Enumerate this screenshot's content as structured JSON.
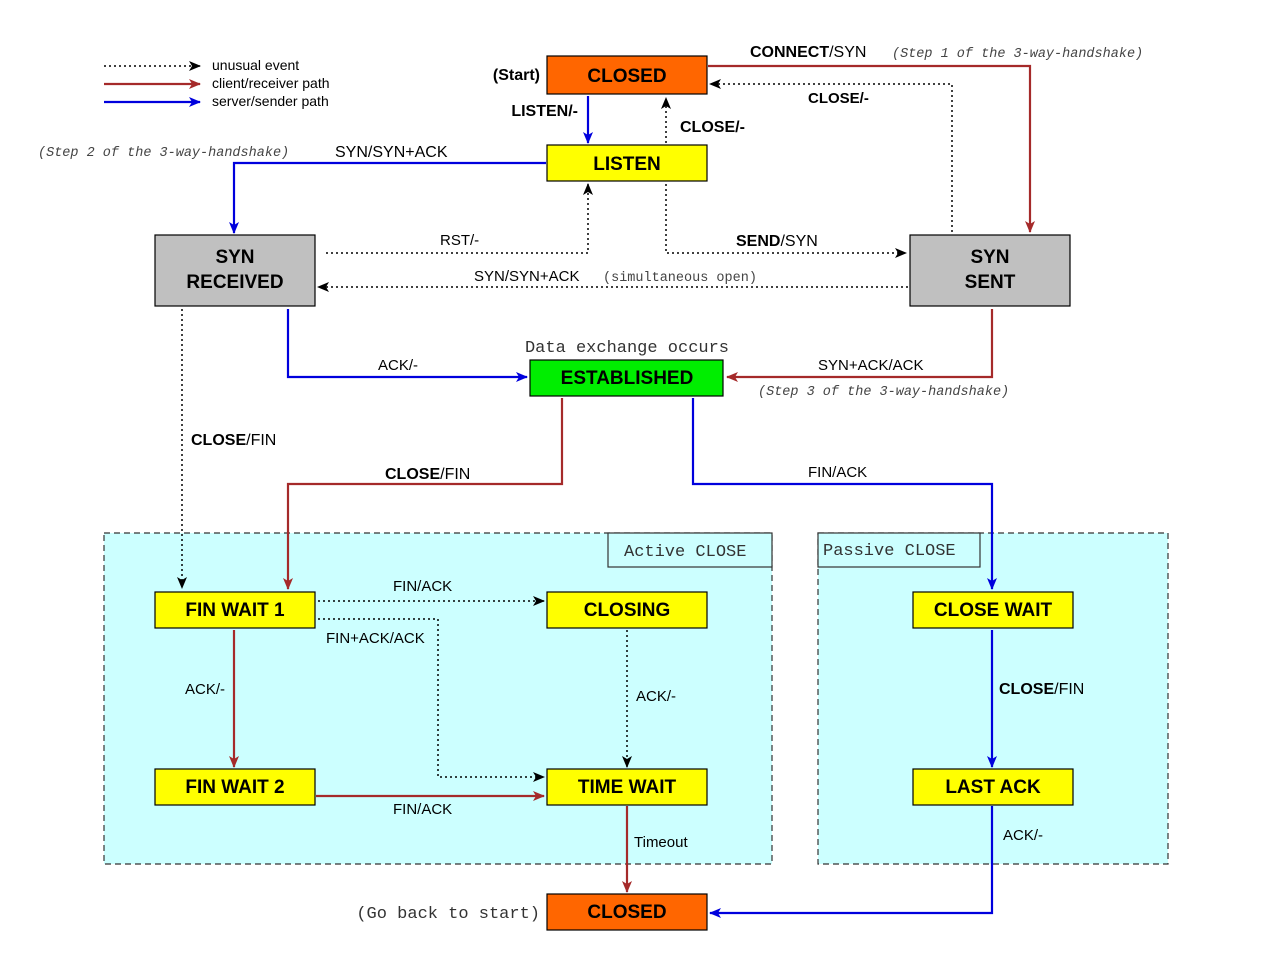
{
  "legend": {
    "unusual": "unusual event",
    "client": "client/receiver path",
    "server": "server/sender path"
  },
  "colors": {
    "client": "#a52a2a",
    "server": "#0000dd",
    "unusual": "#000000",
    "closed_fill": "#ff6600",
    "state_fill": "#ffff00",
    "syn_fill": "#c0c0c0",
    "established_fill": "#00ee00",
    "region_fill": "#ccffff"
  },
  "states": {
    "closed_top": "CLOSED",
    "listen": "LISTEN",
    "syn_received_1": "SYN",
    "syn_received_2": "RECEIVED",
    "syn_sent_1": "SYN",
    "syn_sent_2": "SENT",
    "established": "ESTABLISHED",
    "fin_wait_1": "FIN WAIT 1",
    "fin_wait_2": "FIN WAIT 2",
    "closing": "CLOSING",
    "time_wait": "TIME WAIT",
    "close_wait": "CLOSE WAIT",
    "last_ack": "LAST ACK",
    "closed_bottom": "CLOSED"
  },
  "regions": {
    "active": "Active CLOSE",
    "passive": "Passive CLOSE"
  },
  "notes": {
    "start": "(Start)",
    "go_back": "(Go back to start)",
    "data_exchange": "Data exchange occurs",
    "step1": "(Step 1 of the 3-way-handshake)",
    "step2": "(Step 2 of the 3-way-handshake)",
    "step3": "(Step 3 of the 3-way-handshake)",
    "simultaneous": "(simultaneous open)"
  },
  "transitions": {
    "connect_b": "CONNECT",
    "connect_r": "/SYN",
    "close_top": "CLOSE/-",
    "listen_evt": "LISTEN/-",
    "close_listen": "CLOSE/-",
    "syn_synack": "SYN/SYN+ACK",
    "rst": "RST/-",
    "send_b": "SEND",
    "send_r": "/SYN",
    "syn_synack_sim": "SYN/SYN+ACK",
    "ack_est": "ACK/-",
    "synack_ack": "SYN+ACK/ACK",
    "close_fin_sr_b": "CLOSE",
    "close_fin_sr_r": "/FIN",
    "close_fin_est_b": "CLOSE",
    "close_fin_est_r": "/FIN",
    "fin_ack_est": "FIN/ACK",
    "fin_ack_fw1": "FIN/ACK",
    "finack_ack": "FIN+ACK/ACK",
    "ack_fw1": "ACK/-",
    "ack_closing": "ACK/-",
    "fin_ack_fw2": "FIN/ACK",
    "timeout": "Timeout",
    "close_fin_cw_b": "CLOSE",
    "close_fin_cw_r": "/FIN",
    "ack_last": "ACK/-"
  }
}
